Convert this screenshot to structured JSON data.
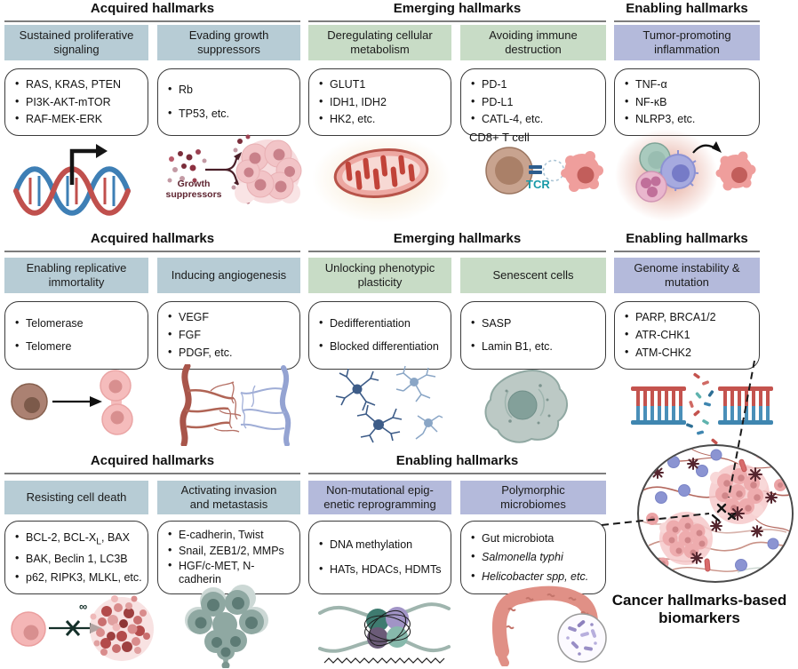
{
  "colors": {
    "acquired_header": "#b7ccd5",
    "emerging_header": "#c8dcc6",
    "enabling_header": "#b4badb",
    "box_border": "#3a3a3a",
    "growth_label": "#5e2430",
    "tcr_label": "#189aa8"
  },
  "caption": "Cancer hallmarks-based\nbiomarkers",
  "labels": {
    "growth_suppressors": "Growth\nsuppressors",
    "cd8_t_cell": "CD8+ T cell",
    "tcr": "TCR",
    "infinity": "∞"
  },
  "band1": {
    "title_acquired": "Acquired hallmarks",
    "title_emerging": "Emerging hallmarks",
    "title_enabling": "Enabling hallmarks",
    "cards": [
      {
        "header": "Sustained proliferative\nsignaling",
        "theme": "acquired",
        "items": [
          "RAS, KRAS, PTEN",
          "PI3K-AKT-mTOR",
          "RAF-MEK-ERK"
        ]
      },
      {
        "header": "Evading growth\nsuppressors",
        "theme": "acquired",
        "items": [
          "Rb",
          "TP53, etc."
        ]
      },
      {
        "header": "Deregulating cellular\nmetabolism",
        "theme": "emerging",
        "items": [
          "GLUT1",
          "IDH1, IDH2",
          "HK2, etc."
        ]
      },
      {
        "header": "Avoiding immune\ndestruction",
        "theme": "emerging",
        "items": [
          "PD-1",
          "PD-L1",
          "CATL-4, etc."
        ]
      },
      {
        "header": "Tumor-promoting\ninflammation",
        "theme": "enabling",
        "items": [
          "TNF-α",
          "NF-κB",
          "NLRP3, etc."
        ]
      }
    ]
  },
  "band2": {
    "title_acquired": "Acquired hallmarks",
    "title_emerging": "Emerging hallmarks",
    "title_enabling": "Enabling hallmarks",
    "cards": [
      {
        "header": "Enabling replicative\nimmortality",
        "theme": "acquired",
        "items": [
          "Telomerase",
          "Telomere"
        ]
      },
      {
        "header": "Inducing angiogenesis",
        "theme": "acquired",
        "items": [
          "VEGF",
          "FGF",
          "PDGF, etc."
        ]
      },
      {
        "header": "Unlocking phenotypic\nplasticity",
        "theme": "emerging",
        "items": [
          "Dedifferentiation",
          "Blocked differentiation"
        ]
      },
      {
        "header": "Senescent cells",
        "theme": "emerging",
        "items": [
          "SASP",
          "Lamin B1, etc."
        ]
      },
      {
        "header": "Genome instability &\nmutation",
        "theme": "enabling",
        "items": [
          "PARP, BRCA1/2",
          "ATR-CHK1",
          "ATM-CHK2"
        ]
      }
    ]
  },
  "band3": {
    "title_acquired": "Acquired hallmarks",
    "title_enabling": "Enabling hallmarks",
    "cards": [
      {
        "header": "Resisting cell death",
        "theme": "acquired",
        "items": [
          "BCL-2, BCL-X<sub>L</sub>, BAX",
          "BAK, Beclin 1, LC3B",
          "p62, RIPK3, MLKL, etc."
        ]
      },
      {
        "header": "Activating invasion\nand metastasis",
        "theme": "acquired",
        "items": [
          "E-cadherin, Twist",
          "Snail, ZEB1/2, MMPs",
          "HGF/c-MET, N-cadherin"
        ]
      },
      {
        "header": "Non-mutational epig-\nenetic reprogramming",
        "theme": "enabling",
        "items": [
          "DNA methylation",
          "HATs, HDACs, HDMTs"
        ]
      },
      {
        "header": "Polymorphic\nmicrobiomes",
        "theme": "enabling",
        "items": [
          "Gut microbiota",
          "Salmonella typhi",
          "Helicobacter spp, etc."
        ]
      }
    ]
  }
}
